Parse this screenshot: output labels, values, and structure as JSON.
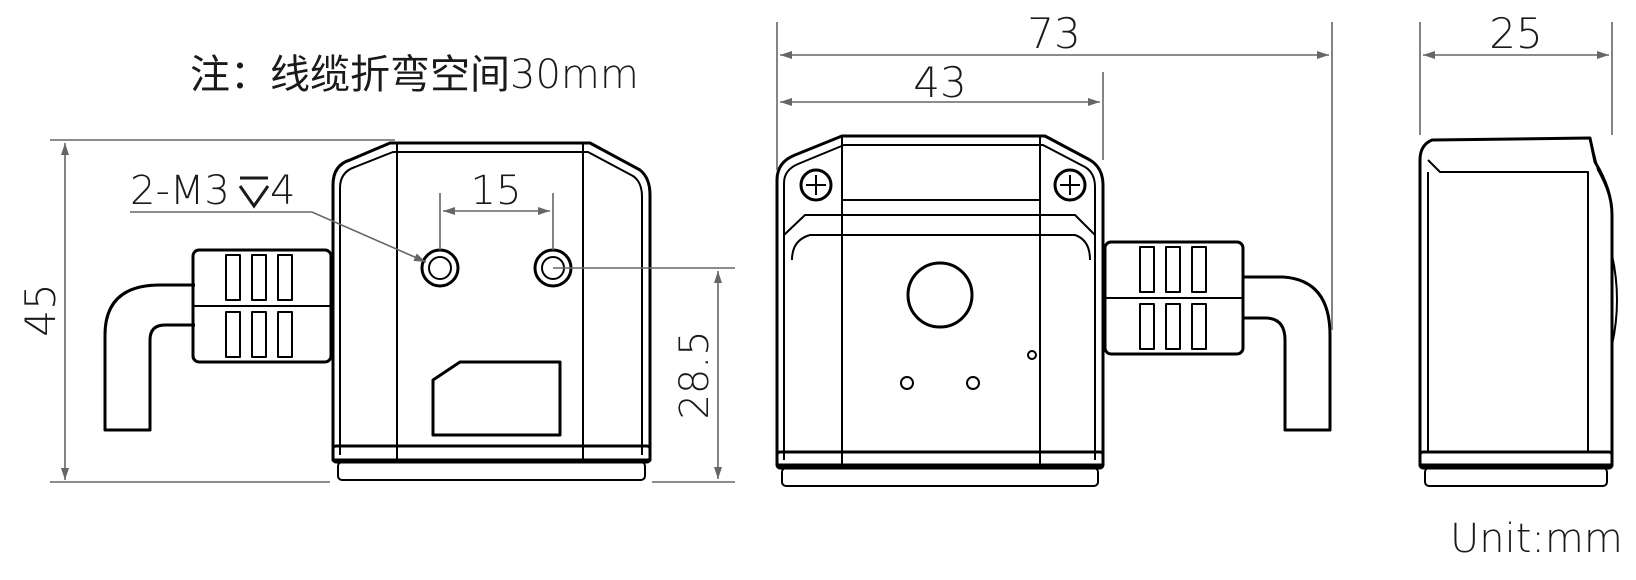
{
  "note": "注：线缆折弯空间30mm",
  "unit": "Unit:mm",
  "callout": "2-M3",
  "callout_depth": "4",
  "dimensions": {
    "width_total": "73",
    "width_body": "43",
    "depth": "25",
    "height": "45",
    "hole_spacing": "15",
    "hole_height": "28.5"
  },
  "colors": {
    "line": "#000000",
    "dimension": "#666666",
    "text": "#1a1a1a"
  }
}
